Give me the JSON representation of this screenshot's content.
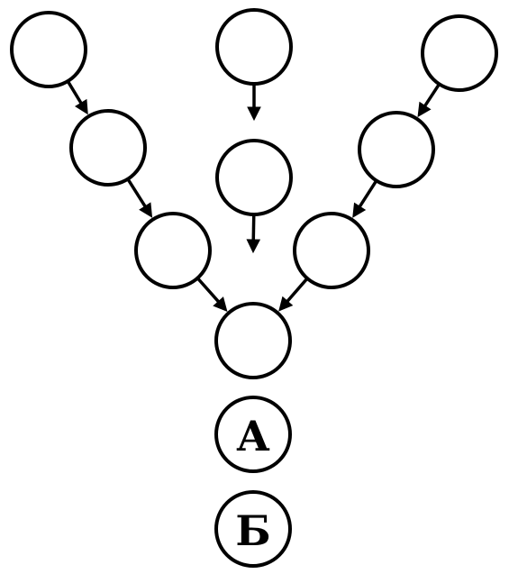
{
  "diagram": {
    "nodes": [
      {
        "id": "top-left",
        "label": ""
      },
      {
        "id": "top-center",
        "label": ""
      },
      {
        "id": "top-right",
        "label": ""
      },
      {
        "id": "left-2",
        "label": ""
      },
      {
        "id": "center-2",
        "label": ""
      },
      {
        "id": "right-2",
        "label": ""
      },
      {
        "id": "left-3",
        "label": ""
      },
      {
        "id": "right-3",
        "label": ""
      },
      {
        "id": "merge",
        "label": ""
      },
      {
        "id": "node-a",
        "label": "А"
      },
      {
        "id": "node-b",
        "label": "Б"
      }
    ],
    "edges": [
      {
        "from": "top-left",
        "to": "left-2"
      },
      {
        "from": "left-2",
        "to": "left-3"
      },
      {
        "from": "left-3",
        "to": "merge"
      },
      {
        "from": "top-center",
        "to": "center-2"
      },
      {
        "from": "center-2",
        "to": "merge"
      },
      {
        "from": "top-right",
        "to": "right-2"
      },
      {
        "from": "right-2",
        "to": "right-3"
      },
      {
        "from": "right-3",
        "to": "merge"
      }
    ]
  },
  "colors": {
    "stroke": "#000000",
    "fill": "#ffffff"
  }
}
